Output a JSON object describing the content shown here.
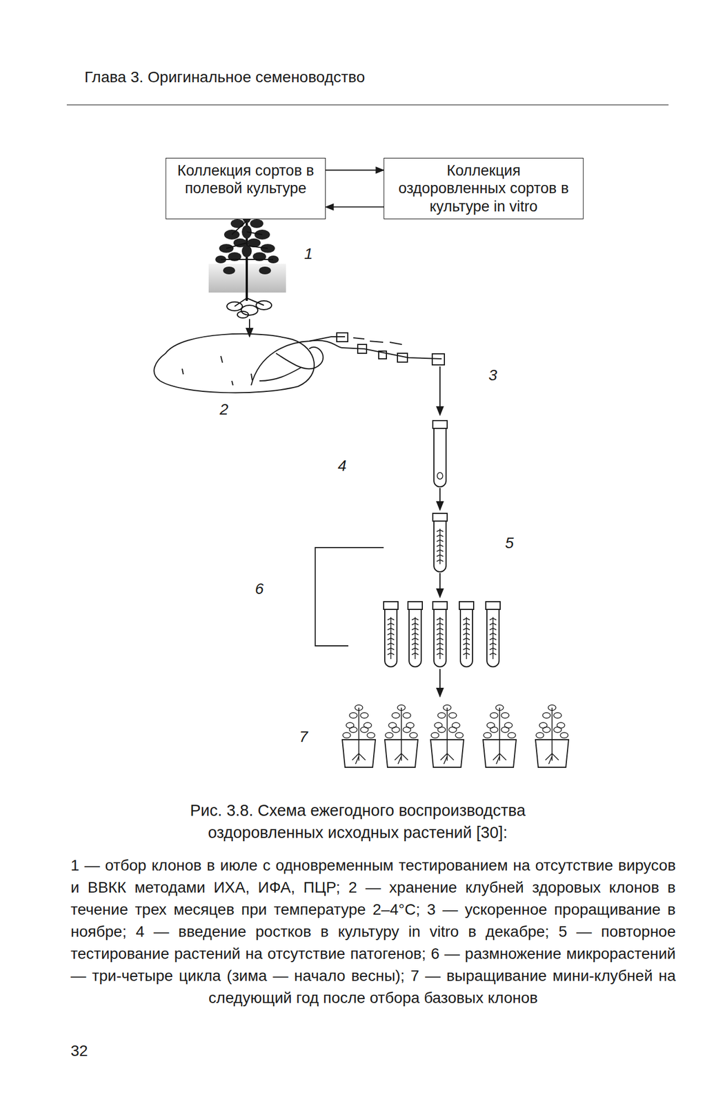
{
  "diagram": {
    "title": "Глава 3. Оригинальное семеноводство",
    "caption": "Рис. 3.8. Схема ежегодного воспроизводства оздоровленных исходных растений [30]:",
    "nodes": [
      {
        "text": [
          "Коллекция сортов в полевой культуре"
        ]
      },
      {
        "text": [
          "Коллекция оздоровленных сортов в культуре in vitro"
        ]
      }
    ],
    "edges": [
      {
        "from": 0,
        "to": 1,
        "arrow": "to"
      },
      {
        "from": 1,
        "to": 0,
        "arrow": "to"
      }
    ],
    "labels": [
      "1",
      "2",
      "3",
      "4",
      "5",
      "6",
      "7",
      "1 — отбор клонов в июле с одновременным тестированием на отсутствие вирусов и ВВКК методами ИХА, ИФА, ПЦР; 2 — хранение клубней здоровых клонов в течение трех месяцев при температуре 2–4°C; 3 — ускоренное проращивание в ноябре; 4 — введение ростков в культуру in vitro в декабре; 5 — повторное тестирование растений на отсутствие патогенов; 6 — размножение микрорастений — три-четыре цикла (зима — начало весны); 7 — выращивание мини-клубней на следующий год после отбора базовых клонов",
      "32"
    ]
  }
}
